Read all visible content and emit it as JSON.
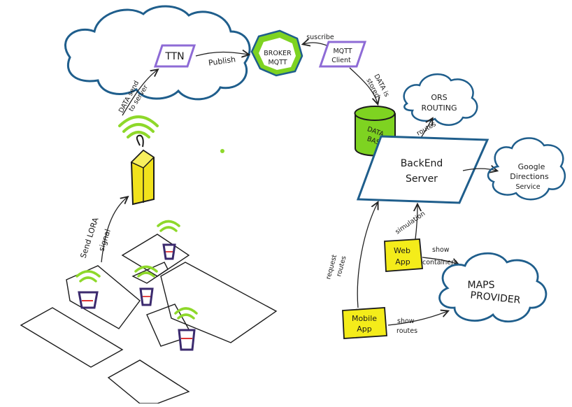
{
  "diagram": {
    "nodes": {
      "ttn": "TTN",
      "broker_line1": "BROKER",
      "broker_line2": "MQTT",
      "mqtt_client_line1": "MQTT",
      "mqtt_client_line2": "Client",
      "ors_line1": "ORS",
      "ors_line2": "ROUTING",
      "database_line1": "DATA",
      "database_line2": "BASE",
      "backend_line1": "BackEnd",
      "backend_line2": "Server",
      "google_line1": "Google",
      "google_line2": "Directions",
      "google_line3": "Service",
      "webapp_line1": "Web",
      "webapp_line2": "App",
      "mobile_line1": "Mobile",
      "mobile_line2": "App",
      "maps_line1": "MAPS",
      "maps_line2": "PROVIDER"
    },
    "edges": {
      "publish": "Publish",
      "suscribe": "suscribe",
      "data_stored_line1": "DATA is",
      "data_stored_line2": "stored",
      "data_send_line1": "DATA send",
      "data_send_line2": "to server",
      "lora_line1": "Send LORA",
      "lora_line2": "signal",
      "routes": "routes",
      "simulation": "simulation",
      "request_routes_line1": "request",
      "request_routes_line2": "routes",
      "show_containers_line1": "show",
      "show_containers_line2": "containers",
      "show_routes_line1": "show",
      "show_routes_line2": "routes"
    },
    "colors": {
      "cloud": "#1f5e8c",
      "ttn": "#8e6bd6",
      "broker": "#7ed321",
      "sticky": "#f4ec1a",
      "gateway": "#f1e21c",
      "signal": "#8ed82a",
      "container": "#3b2a6e",
      "container_mark": "#d33"
    }
  }
}
